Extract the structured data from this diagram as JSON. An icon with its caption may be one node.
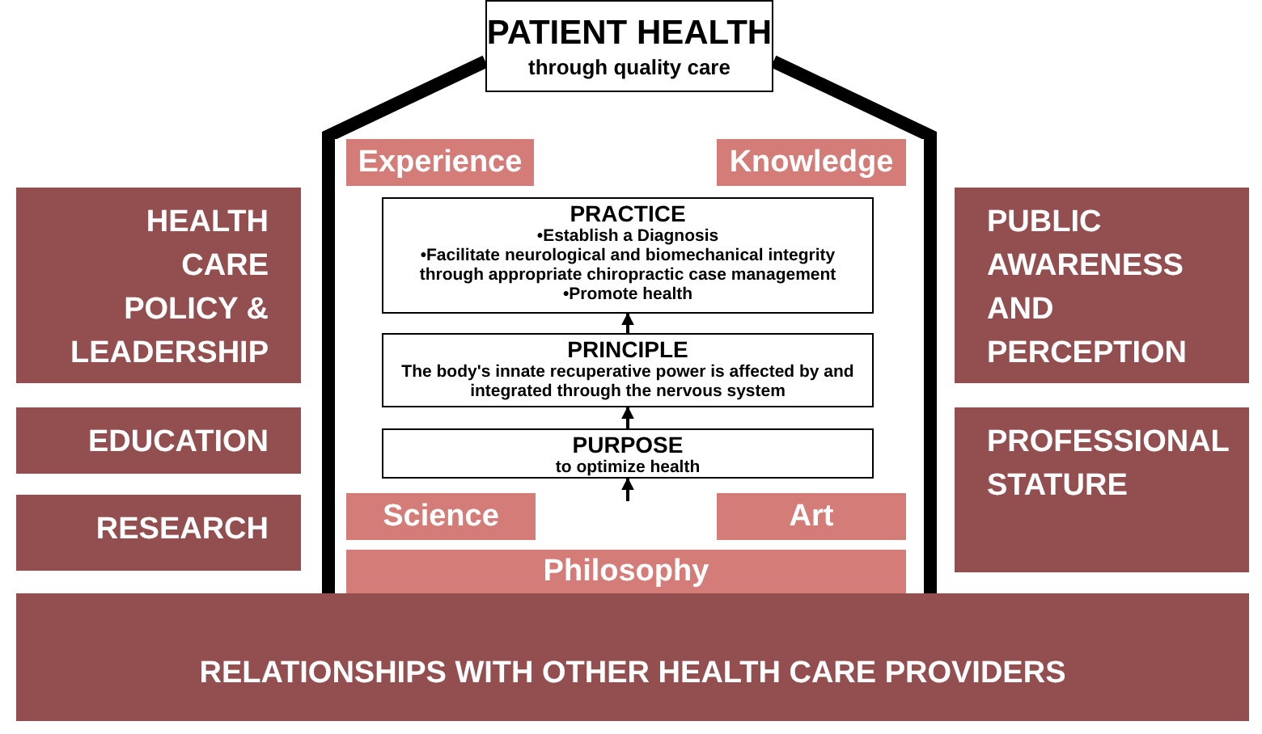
{
  "diagram": {
    "nodes": [
      {
        "text": [
          "PATIENT HEALTH",
          "through quality care"
        ]
      },
      {
        "text": [
          "Experience"
        ]
      },
      {
        "text": [
          "Knowledge"
        ]
      },
      {
        "text": [
          "PRACTICE",
          "•Establish a Diagnosis",
          "•Facilitate neurological and biomechanical integrity through appropriate chiropractic case management",
          "•Promote health"
        ]
      },
      {
        "text": [
          "PRINCIPLE",
          "The body's innate recuperative power is affected by and integrated through the nervous system"
        ]
      },
      {
        "text": [
          "PURPOSE",
          "to optimize health"
        ]
      },
      {
        "text": [
          "Science"
        ]
      },
      {
        "text": [
          "Art"
        ]
      },
      {
        "text": [
          "Philosophy"
        ]
      },
      {
        "text": [
          "HEALTH CARE POLICY & LEADERSHIP"
        ]
      },
      {
        "text": [
          "EDUCATION"
        ]
      },
      {
        "text": [
          "RESEARCH"
        ]
      },
      {
        "text": [
          "PUBLIC AWARENESS AND PERCEPTION"
        ]
      },
      {
        "text": [
          "PROFESSIONAL STATURE"
        ]
      },
      {
        "text": [
          "RELATIONSHIPS WITH OTHER HEALTH CARE PROVIDERS"
        ]
      }
    ],
    "edges": [
      {
        "from": null,
        "to": 5,
        "arrow": "to"
      },
      {
        "from": 5,
        "to": 4,
        "arrow": "to"
      },
      {
        "from": 4,
        "to": 3,
        "arrow": "to"
      }
    ]
  }
}
